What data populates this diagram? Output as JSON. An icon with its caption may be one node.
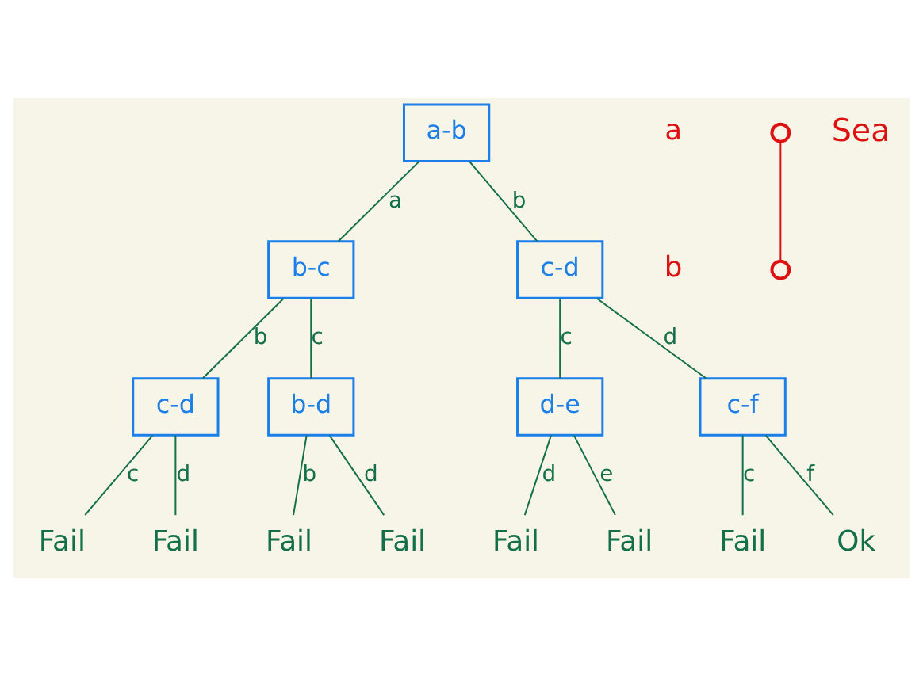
{
  "diagram": {
    "nodes": [
      {
        "text": [
          "a-b"
        ]
      },
      {
        "text": [
          "b-c"
        ]
      },
      {
        "text": [
          "c-d"
        ]
      },
      {
        "text": [
          "c-d"
        ]
      },
      {
        "text": [
          "b-d"
        ]
      },
      {
        "text": [
          "d-e"
        ]
      },
      {
        "text": [
          "c-f"
        ]
      },
      {
        "text": [
          "Fail"
        ]
      },
      {
        "text": [
          "Fail"
        ]
      },
      {
        "text": [
          "Fail"
        ]
      },
      {
        "text": [
          "Fail"
        ]
      },
      {
        "text": [
          "Fail"
        ]
      },
      {
        "text": [
          "Fail"
        ]
      },
      {
        "text": [
          "Fail"
        ]
      },
      {
        "text": [
          "Ok"
        ]
      },
      {
        "text": [],
        "shape": "circle",
        "beside": [
          "a"
        ]
      },
      {
        "text": [],
        "shape": "circle",
        "beside": [
          "b"
        ]
      }
    ],
    "edges": [
      {
        "from": 0,
        "to": 1,
        "arrow": "none",
        "label": "a"
      },
      {
        "from": 0,
        "to": 2,
        "arrow": "none",
        "label": "b"
      },
      {
        "from": 1,
        "to": 3,
        "arrow": "none",
        "label": "b"
      },
      {
        "from": 1,
        "to": 4,
        "arrow": "none",
        "label": "c"
      },
      {
        "from": 2,
        "to": 5,
        "arrow": "none",
        "label": "c"
      },
      {
        "from": 2,
        "to": 6,
        "arrow": "none",
        "label": "d"
      },
      {
        "from": 3,
        "to": 7,
        "arrow": "none",
        "label": "c"
      },
      {
        "from": 3,
        "to": 8,
        "arrow": "none",
        "label": "d"
      },
      {
        "from": 4,
        "to": 9,
        "arrow": "none",
        "label": "b"
      },
      {
        "from": 4,
        "to": 10,
        "arrow": "none",
        "label": "d"
      },
      {
        "from": 5,
        "to": 11,
        "arrow": "none",
        "label": "d"
      },
      {
        "from": 5,
        "to": 12,
        "arrow": "none",
        "label": "e"
      },
      {
        "from": 6,
        "to": 13,
        "arrow": "none",
        "label": "c"
      },
      {
        "from": 6,
        "to": 14,
        "arrow": "none",
        "label": "f"
      },
      {
        "from": 15,
        "to": 16,
        "arrow": "none",
        "color": "#dd1111"
      }
    ],
    "labels": [
      "Sea"
    ]
  }
}
